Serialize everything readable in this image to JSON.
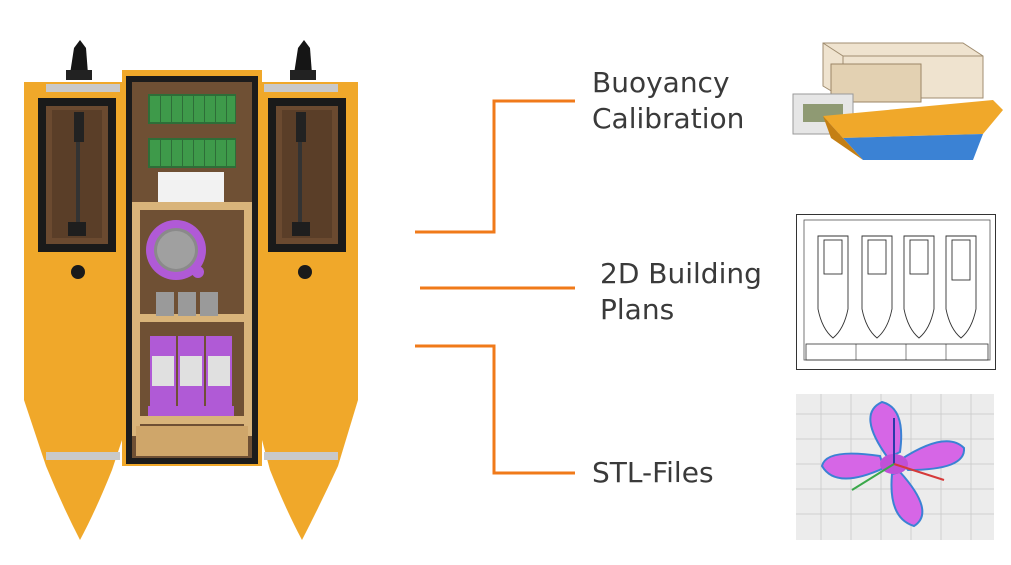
{
  "labels": {
    "buoyancy": "Buoyancy\nCalibration",
    "plans": "2D Building\nPlans",
    "stl": "STL-Files"
  },
  "colors": {
    "hull": "#f0a82a",
    "connector": "#f07a1a",
    "wood": "#6f5034",
    "frame": "#d9b47a",
    "purple": "#b05ad6",
    "battery": "#3e9a4a",
    "propeller": "#d666e6",
    "hull_blue": "#3b82d4"
  },
  "icons": {
    "boat": "catamaran-render",
    "buoyancy": "buoyancy-model-icon",
    "plans": "blueprint-drawing-icon",
    "stl": "propeller-stl-icon"
  }
}
